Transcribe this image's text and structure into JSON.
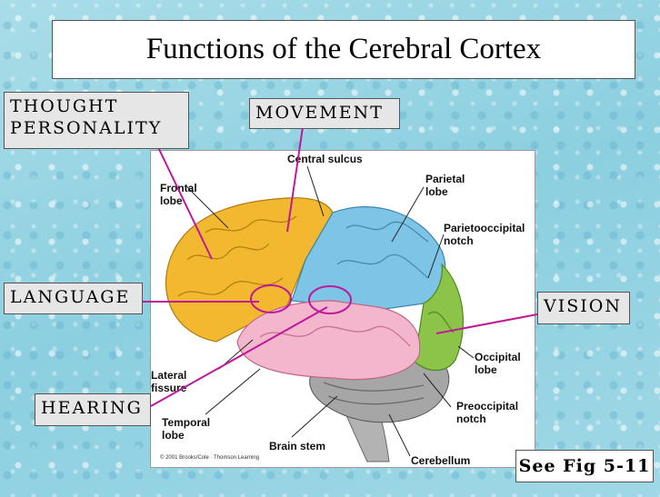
{
  "title": "Functions of the Cerebral Cortex",
  "function_labels": {
    "thought": "THOUGHT",
    "personality": "PERSONALITY",
    "movement": "MOVEMENT",
    "language": "LANGUAGE",
    "vision": "VISION",
    "hearing": "HEARING"
  },
  "figure_labels": {
    "central_sulcus": "Central sulcus",
    "frontal_lobe": "Frontal\nlobe",
    "parietal_lobe": "Parietal\nlobe",
    "parietooccipital_notch": "Parietooccipital\nnotch",
    "occipital_lobe": "Occipital\nlobe",
    "lateral_fissure": "Lateral\nfissure",
    "temporal_lobe": "Temporal\nlobe",
    "preoccipital_notch": "Preoccipital\nnotch",
    "brain_stem": "Brain stem",
    "cerebellum": "Cerebellum"
  },
  "credit": "© 2001 Brooks/Cole · Thomson Learning",
  "reference": "See Fig 5-11",
  "colors": {
    "frontal": "#f2b830",
    "parietal": "#7ec4e6",
    "temporal": "#f4b6cc",
    "occipital": "#8cc44a",
    "cerebellum": "#a6a6a6",
    "pointer": "#c0189a"
  }
}
